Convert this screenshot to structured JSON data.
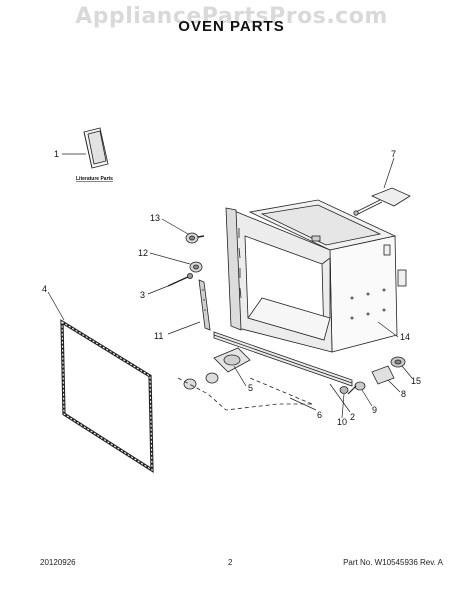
{
  "header": {
    "watermark": "AppliancePartsPros.com",
    "title": "OVEN PARTS"
  },
  "callouts": [
    "1",
    "2",
    "3",
    "4",
    "5",
    "6",
    "7",
    "8",
    "9",
    "10",
    "11",
    "12",
    "13",
    "14",
    "15"
  ],
  "literature_label": "Literature Parts",
  "footer": {
    "date": "20120926",
    "page": "2",
    "part_number": "Part No. W10545936  Rev. A"
  }
}
